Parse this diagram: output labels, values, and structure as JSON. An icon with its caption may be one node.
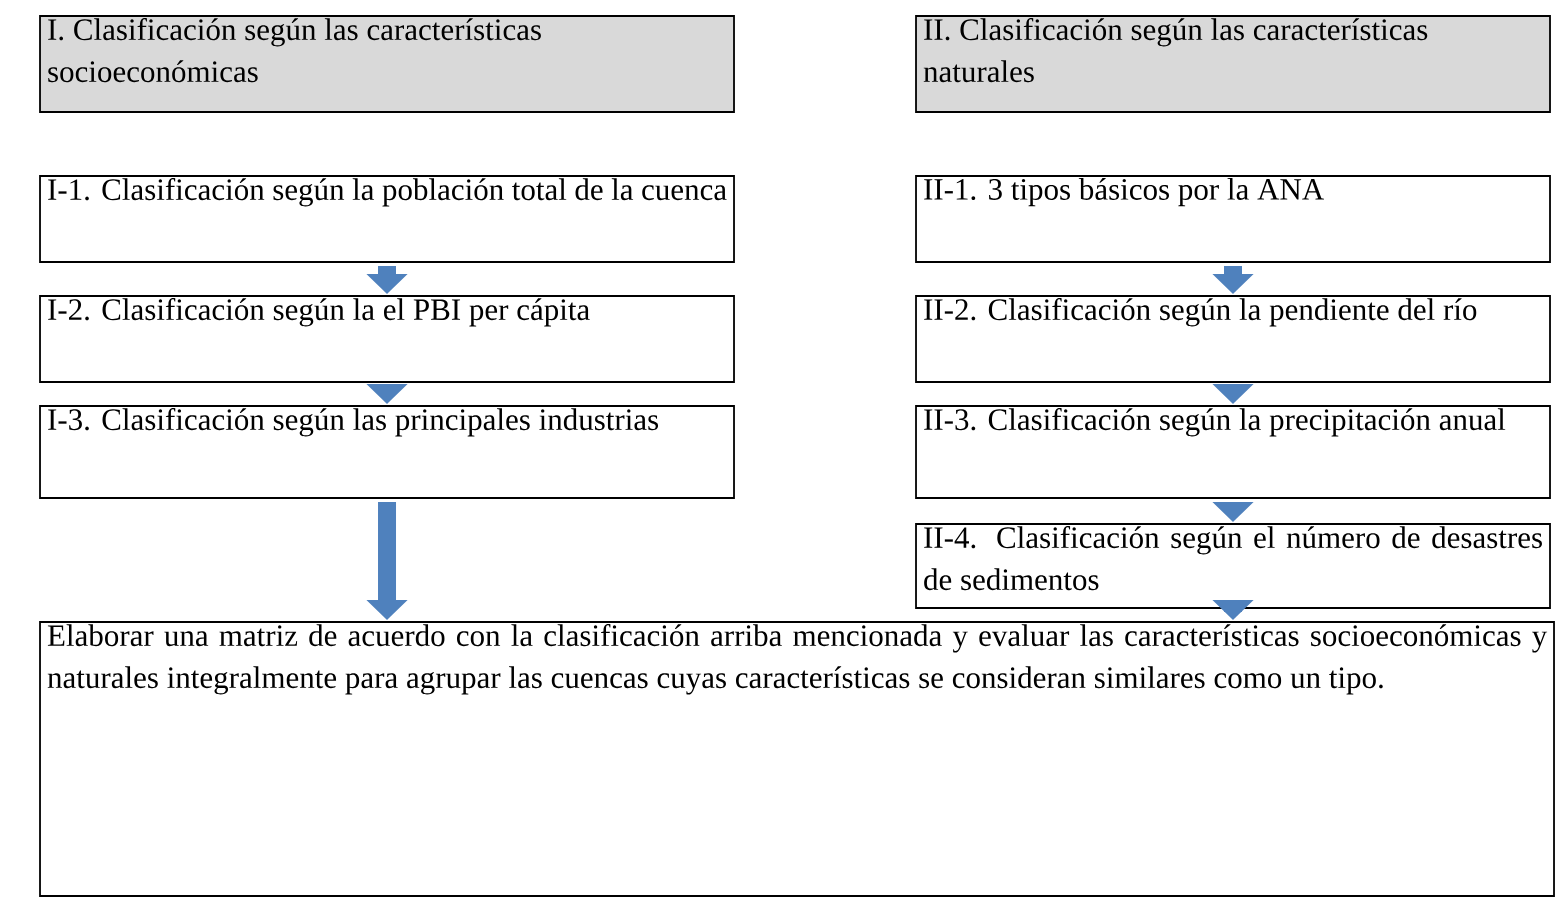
{
  "diagram": {
    "nodes": [
      {
        "text": [
          "I. Clasificación según las características socioeconómicas"
        ]
      },
      {
        "text": [
          "I-1. Clasificación según la población total de la cuenca"
        ]
      },
      {
        "text": [
          "I-2. Clasificación según la el PBI per cápita"
        ]
      },
      {
        "text": [
          "I-3. Clasificación según las principales industrias"
        ]
      },
      {
        "text": [
          "II. Clasificación según las características naturales"
        ]
      },
      {
        "text": [
          "II-1. 3 tipos básicos por la ANA"
        ]
      },
      {
        "text": [
          "II-2. Clasificación según la pendiente del río"
        ]
      },
      {
        "text": [
          "II-3. Clasificación según la precipitación anual"
        ]
      },
      {
        "text": [
          "II-4. Clasificación según el número de desastres de sedimentos"
        ]
      },
      {
        "text": [
          "Elaborar una matriz de acuerdo con la clasificación arriba mencionada y evaluar las características socioeconómicas y naturales integralmente para agrupar las cuencas cuyas características se consideran similares como un tipo."
        ]
      }
    ],
    "edges": [
      {
        "from": 1,
        "to": 2,
        "arrow": "to"
      },
      {
        "from": 2,
        "to": 3,
        "arrow": "to"
      },
      {
        "from": 3,
        "to": 9,
        "arrow": "to"
      },
      {
        "from": 5,
        "to": 6,
        "arrow": "to"
      },
      {
        "from": 6,
        "to": 7,
        "arrow": "to"
      },
      {
        "from": 7,
        "to": 8,
        "arrow": "to"
      },
      {
        "from": 8,
        "to": 9,
        "arrow": "to"
      }
    ]
  }
}
